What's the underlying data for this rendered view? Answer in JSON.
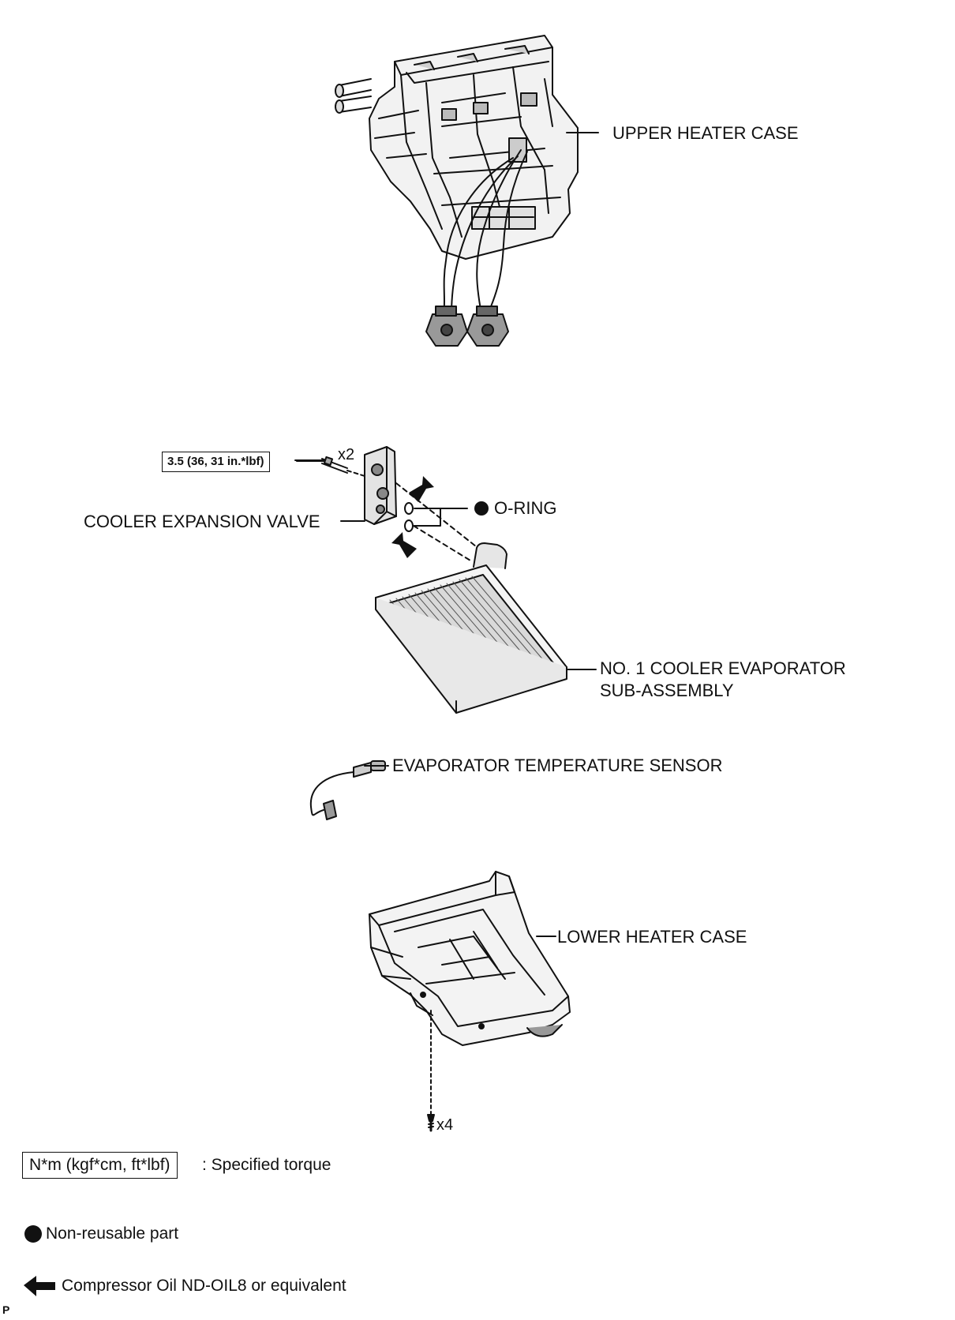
{
  "labels": {
    "upper_heater_case": "UPPER HEATER CASE",
    "o_ring": "O-RING",
    "cooler_expansion_valve": "COOLER EXPANSION VALVE",
    "evaporator_line1": "NO. 1 COOLER EVAPORATOR",
    "evaporator_line2": "SUB-ASSEMBLY",
    "evap_temp_sensor": "EVAPORATOR TEMPERATURE SENSOR",
    "lower_heater_case": "LOWER HEATER CASE"
  },
  "fasteners": {
    "torque_value": "3.5 (36, 31 in.*lbf)",
    "bolt_qty": "x2",
    "screw_qty": "x4"
  },
  "legend": {
    "torque_unit_box": "N*m (kgf*cm, ft*lbf)",
    "torque_desc": ": Specified torque",
    "nonreusable_desc": "Non-reusable part",
    "oil_desc": "Compressor Oil ND-OIL8 or equivalent"
  },
  "footer": {
    "mark": "P"
  }
}
